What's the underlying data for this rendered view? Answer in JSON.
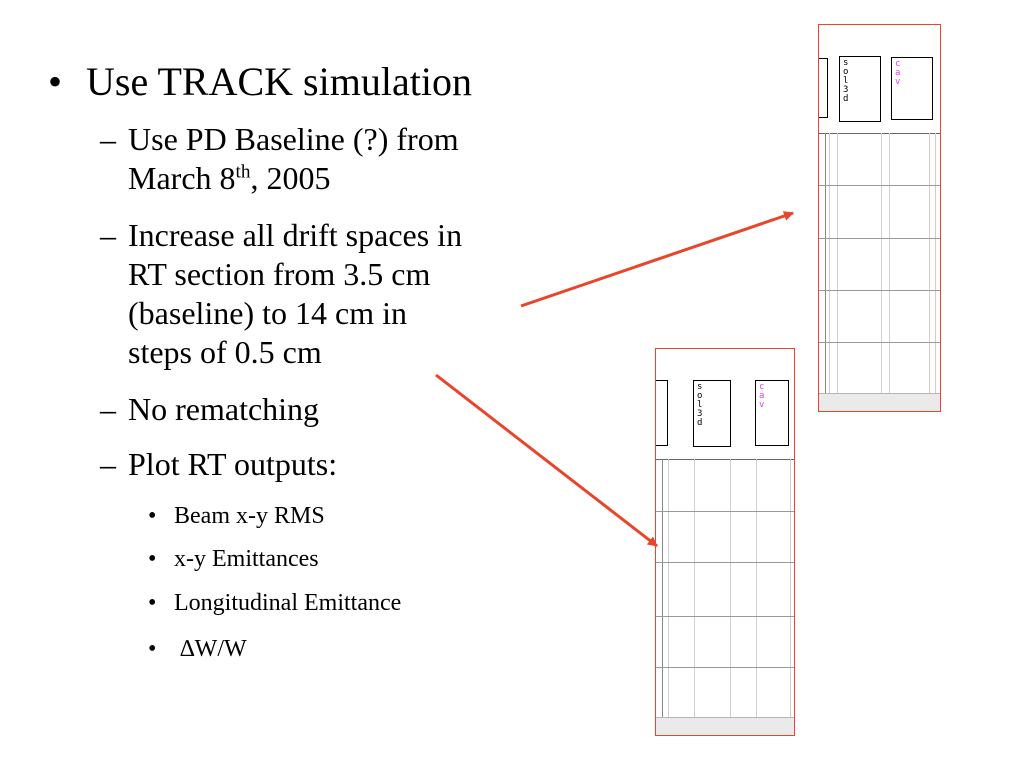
{
  "bullets": {
    "main": "Use TRACK simulation",
    "sub1_line1": "Use PD Baseline (?) from",
    "sub1_line2_pre": "March 8",
    "sub1_line2_sup": "th",
    "sub1_line2_post": ", 2005",
    "sub2_line1": "Increase all drift spaces in",
    "sub2_line2": "RT section from 3.5 cm",
    "sub2_line3": "(baseline) to 14 cm in",
    "sub2_line4": "steps of 0.5 cm",
    "sub3": "No rematching",
    "sub4": "Plot RT outputs:",
    "items": [
      "Beam x-y RMS",
      "x-y Emittances",
      "Longitudinal Emittance",
      "∆W/W"
    ],
    "marker_main": "•",
    "marker_sub": "–",
    "marker_item": "•"
  },
  "thumbnails": {
    "sol_label": [
      "s",
      "o",
      "l",
      "3",
      "d"
    ],
    "cav_label": [
      "c",
      "a",
      "v"
    ]
  },
  "colors": {
    "arrow": "#e8452a",
    "frame": "#e8452a",
    "cav_text": "#e040e0"
  }
}
